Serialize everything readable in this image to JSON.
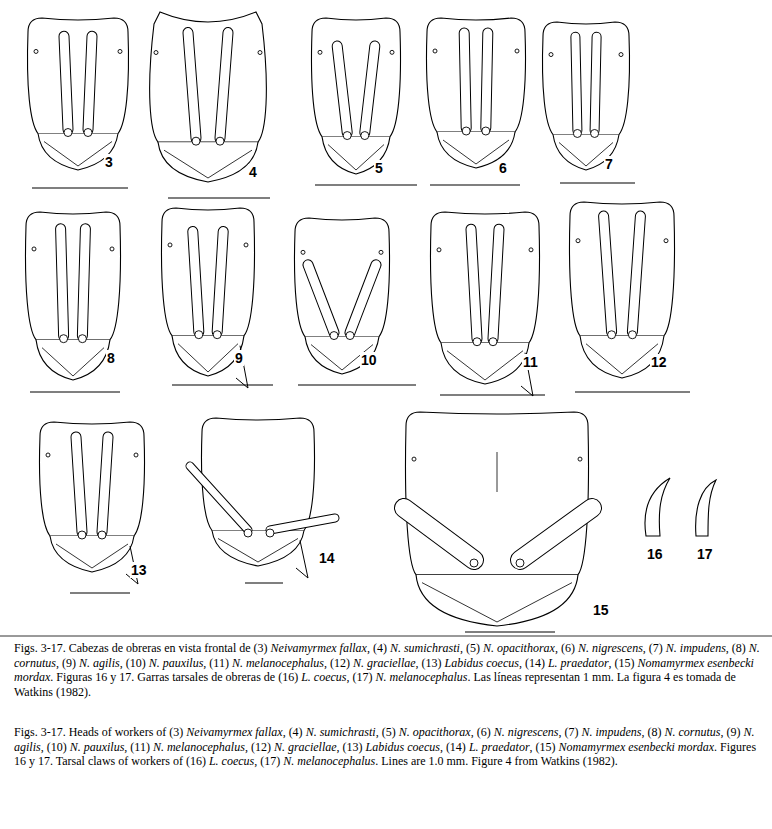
{
  "diagram": {
    "caption": "Figs. 3-17. Cabezas de obreras en vista frontal de (3) Neivamyrmex fallax, (4) N. sumichrasti, (5) N. opacithorax, (6) N. nigrescens, (7) N. impudens, (8) N. cornutus, (9) N. agilis, (10) N. pauxilus, (11) N. melanocephalus, (12) N. graciellae, (13) Labidus coecus, (14) L. praedator, (15) Nomamyrmex esenbecki mordax. Figuras 16 y 17. Garras tarsales de obreras de (16) L. coecus, (17) N. melanocephalus. Las líneas representan 1 mm. La figura 4 es tomada de Watkins (1982).",
    "labels": [
      "3",
      "4",
      "5",
      "6",
      "7",
      "8",
      "9",
      "10",
      "11",
      "12",
      "13",
      "14",
      "15",
      "16",
      "17",
      "Figs. 3-17. Heads of workers of (3) Neivamyrmex fallax, (4) N. sumichrasti, (5) N. opacithorax, (6) N. nigrescens, (7) N. impudens, (8) N. cornutus, (9) N. agilis, (10) N. pauxilus, (11) N. melanocephalus, (12) N. graciellae, (13) Labidus coecus, (14) L. praedator, (15) Nomamyrmex esenbecki mordax. Figures 16 y 17. Tarsal claws of workers of (16) L. coecus, (17) N. melanocephalus. Lines are 1.0 mm. Figure 4 from Watkins (1982)."
    ]
  }
}
